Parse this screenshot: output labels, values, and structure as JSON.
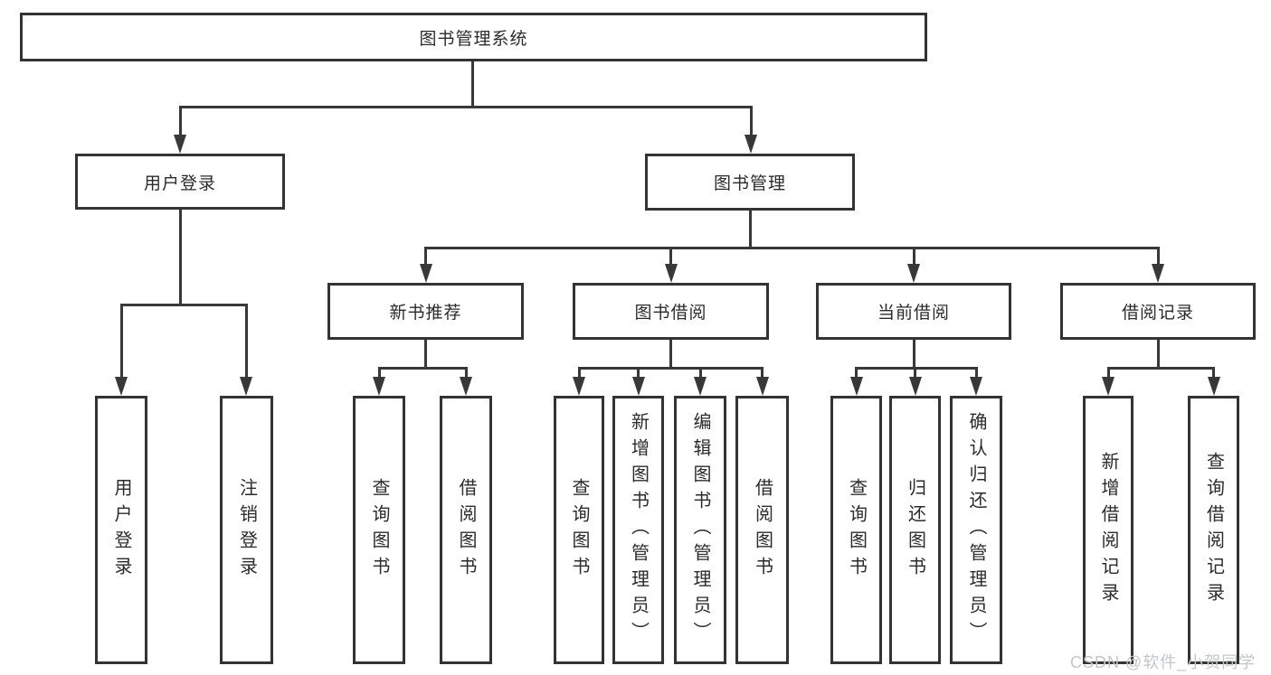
{
  "diagram_title": "图书管理系统",
  "tree": {
    "label": "图书管理系统",
    "children": [
      {
        "label": "用户登录",
        "children": [
          {
            "label": "用户登录"
          },
          {
            "label": "注销登录"
          }
        ]
      },
      {
        "label": "图书管理",
        "children": [
          {
            "label": "新书推荐",
            "children": [
              {
                "label": "查询图书"
              },
              {
                "label": "借阅图书"
              }
            ]
          },
          {
            "label": "图书借阅",
            "children": [
              {
                "label": "查询图书"
              },
              {
                "label": "新增图书（管理员）"
              },
              {
                "label": "编辑图书（管理员）"
              },
              {
                "label": "借阅图书"
              }
            ]
          },
          {
            "label": "当前借阅",
            "children": [
              {
                "label": "查询图书"
              },
              {
                "label": "归还图书"
              },
              {
                "label": "确认归还（管理员）"
              }
            ]
          },
          {
            "label": "借阅记录",
            "children": [
              {
                "label": "新增借阅记录"
              },
              {
                "label": "查询借阅记录"
              }
            ]
          }
        ]
      }
    ]
  },
  "watermark": "CSDN @软件_小贺同学",
  "colors": {
    "line": "#383838",
    "box_border": "#333333",
    "text": "#2b2b2b",
    "watermark": "#c2c7cb",
    "background": "#ffffff"
  }
}
